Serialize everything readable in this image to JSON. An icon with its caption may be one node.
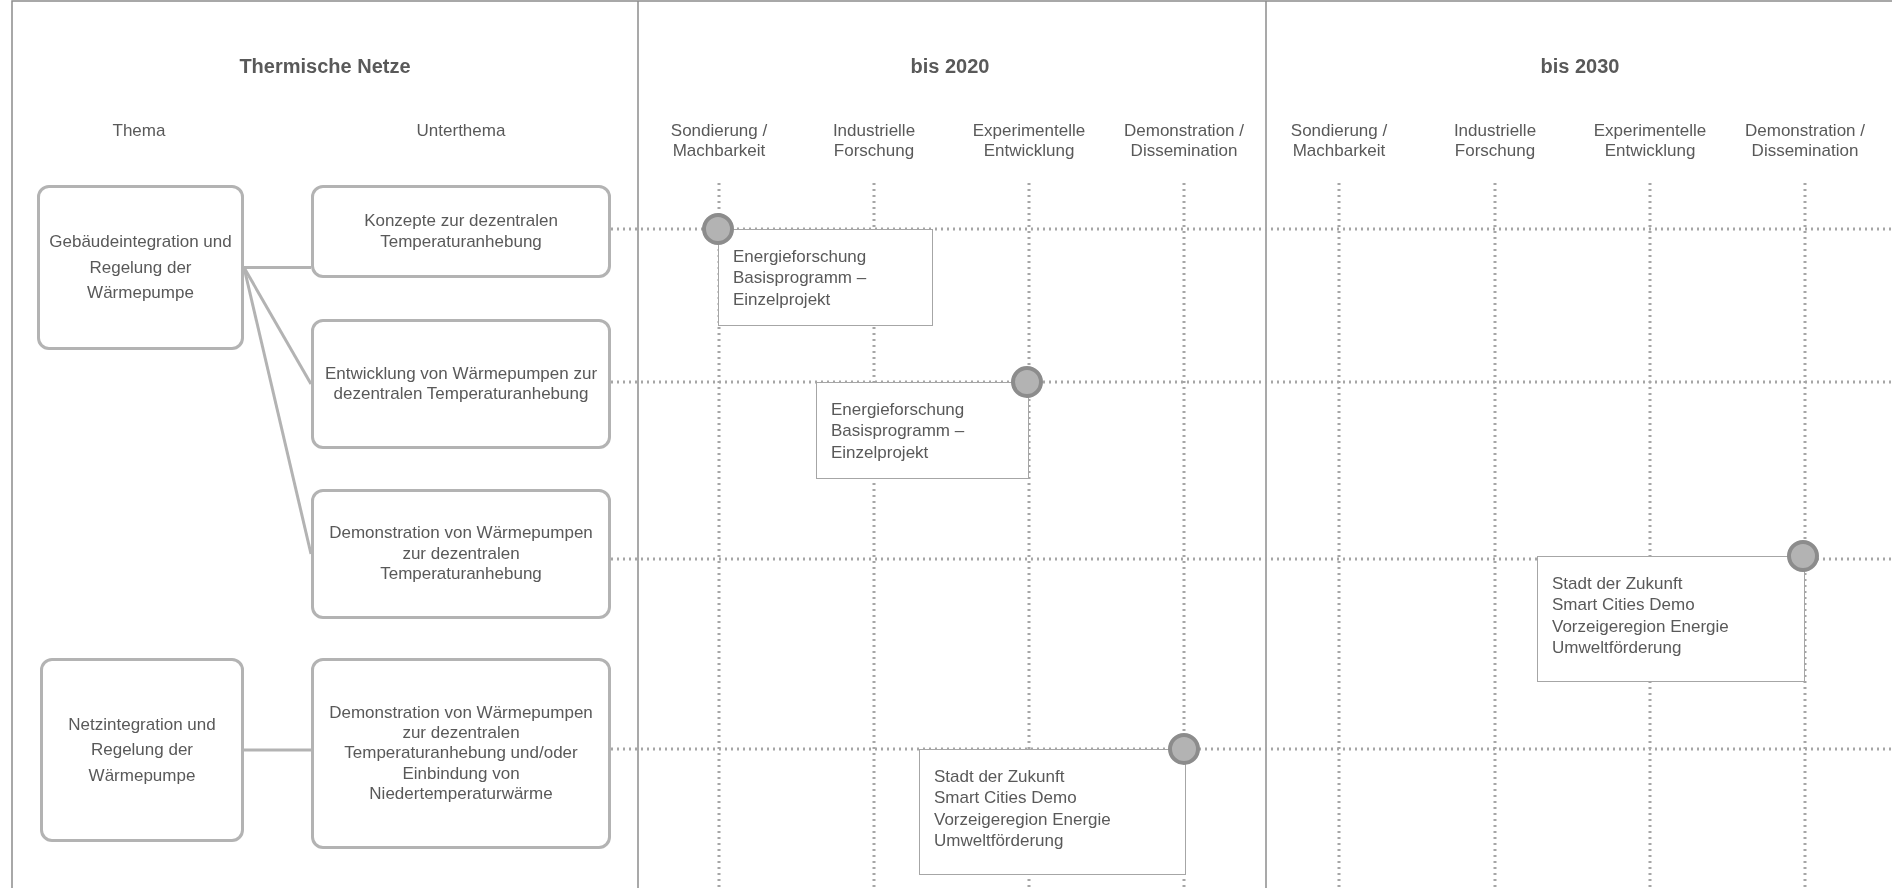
{
  "diagram": {
    "nodes": [
      {
        "text": [
          "Gebäudeintegration und Regelung der Wärmepumpe"
        ]
      },
      {
        "text": [
          "Konzepte zur dezentralen Temperaturanhebung"
        ]
      },
      {
        "text": [
          "Entwicklung von Wärmepumpen zur dezentralen Temperaturanhebung"
        ]
      },
      {
        "text": [
          "Demonstration von Wärmepumpen zur dezentralen Temperaturanhebung"
        ]
      },
      {
        "text": [
          "Netzintegration und Regelung der Wärmepumpe"
        ]
      },
      {
        "text": [
          "Demonstration von Wärmepumpen zur dezentralen Temperaturanhebung und/oder Einbindung von Niedertemperaturwärme"
        ]
      },
      {
        "text": [],
        "shape": "circle"
      },
      {
        "text": [
          "Energieforschung Basisprogramm – Einzelprojekt"
        ]
      },
      {
        "text": [],
        "shape": "circle"
      },
      {
        "text": [
          "Energieforschung Basisprogramm – Einzelprojekt"
        ]
      },
      {
        "text": [],
        "shape": "circle"
      },
      {
        "text": [
          "Stadt der Zukunft",
          "Smart Cities Demo",
          "Vorzeigeregion Energie",
          "Umweltförderung"
        ]
      },
      {
        "text": [],
        "shape": "circle"
      },
      {
        "text": [
          "Stadt der Zukunft",
          "Smart Cities Demo",
          "Vorzeigeregion Energie",
          "Umweltförderung"
        ]
      }
    ],
    "edges": [
      {
        "from": 0,
        "to": 1,
        "arrow": "none"
      },
      {
        "from": 0,
        "to": 2,
        "arrow": "none"
      },
      {
        "from": 0,
        "to": 3,
        "arrow": "none"
      },
      {
        "from": 4,
        "to": 5,
        "arrow": "none"
      }
    ],
    "labels": [
      "Thermische Netze",
      "bis 2020",
      "bis 2030",
      "Thema",
      "Unterthema",
      "Sondierung / Machbarkeit",
      "Industrielle Forschung",
      "Experimentelle Entwicklung",
      "Demonstration / Dissemination",
      "Sondierung / Machbarkeit",
      "Industrielle Forschung",
      "Experimentelle Entwicklung",
      "Demonstration / Dissemination"
    ]
  }
}
